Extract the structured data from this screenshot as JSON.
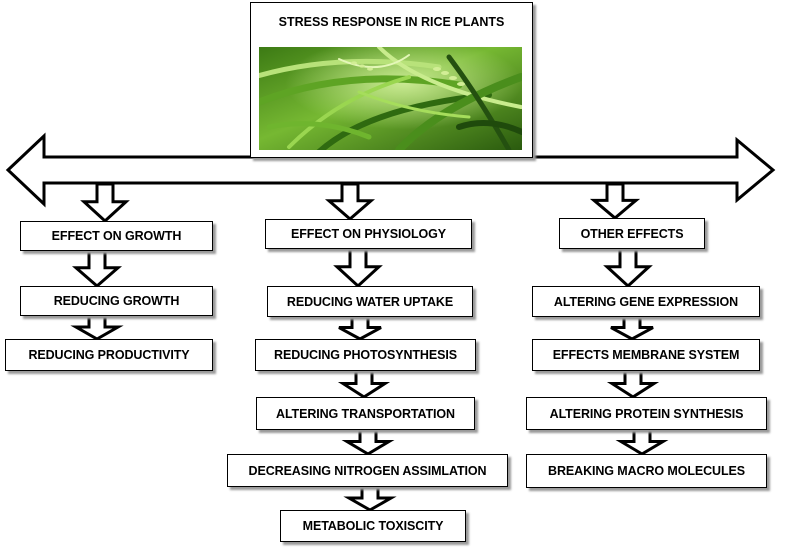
{
  "title": "STRESS RESPONSE IN RICE PLANTS",
  "photo": {
    "icon": "rice-plants-photo-icon",
    "colors": {
      "dark": "#1f4a0c",
      "mid": "#4a8e1c",
      "light": "#9ad650",
      "highlight": "#d8f2a4"
    }
  },
  "growth": {
    "header": "EFFECT ON GROWTH",
    "items": [
      "REDUCING GROWTH",
      "REDUCING PRODUCTIVITY"
    ]
  },
  "physiology": {
    "header": "EFFECT ON PHYSIOLOGY",
    "items": [
      "REDUCING WATER UPTAKE",
      "REDUCING PHOTOSYNTHESIS",
      "ALTERING TRANSPORTATION",
      "DECREASING NITROGEN ASSIMLATION",
      "METABOLIC TOXISCITY"
    ]
  },
  "other": {
    "header": "OTHER EFFECTS",
    "items": [
      "ALTERING GENE EXPRESSION",
      "EFFECTS MEMBRANE SYSTEM",
      "ALTERING PROTEIN SYNTHESIS",
      "BREAKING MACRO MOLECULES"
    ]
  }
}
